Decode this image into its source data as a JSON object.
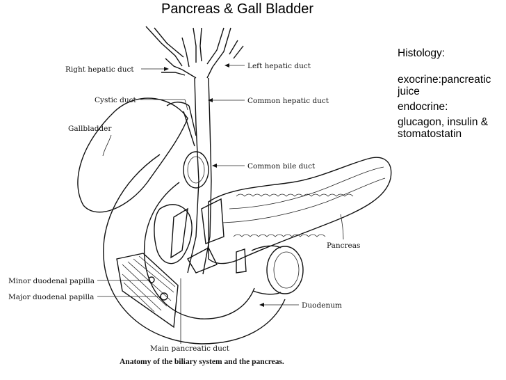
{
  "slide": {
    "title": "Pancreas & Gall Bladder"
  },
  "notes": {
    "heading": "Histology:",
    "exocrine": "exocrine:pancreatic juice",
    "endocrine": "endocrine:",
    "hormones": "glucagon, insulin & stomatostatin"
  },
  "diagram": {
    "labels": {
      "right_hepatic_duct": "Right hepatic duct",
      "left_hepatic_duct": "Left hepatic duct",
      "cystic_duct": "Cystic duct",
      "common_hepatic_duct": "Common hepatic duct",
      "gallbladder": "Gallbladder",
      "common_bile_duct": "Common bile duct",
      "pancreas": "Pancreas",
      "minor_duodenal_papilla": "Minor duodenal papilla",
      "major_duodenal_papilla": "Major duodenal papilla",
      "duodenum": "Duodenum",
      "main_pancreatic_duct": "Main pancreatic duct"
    },
    "caption": "Anatomy of the biliary system and the pancreas."
  }
}
